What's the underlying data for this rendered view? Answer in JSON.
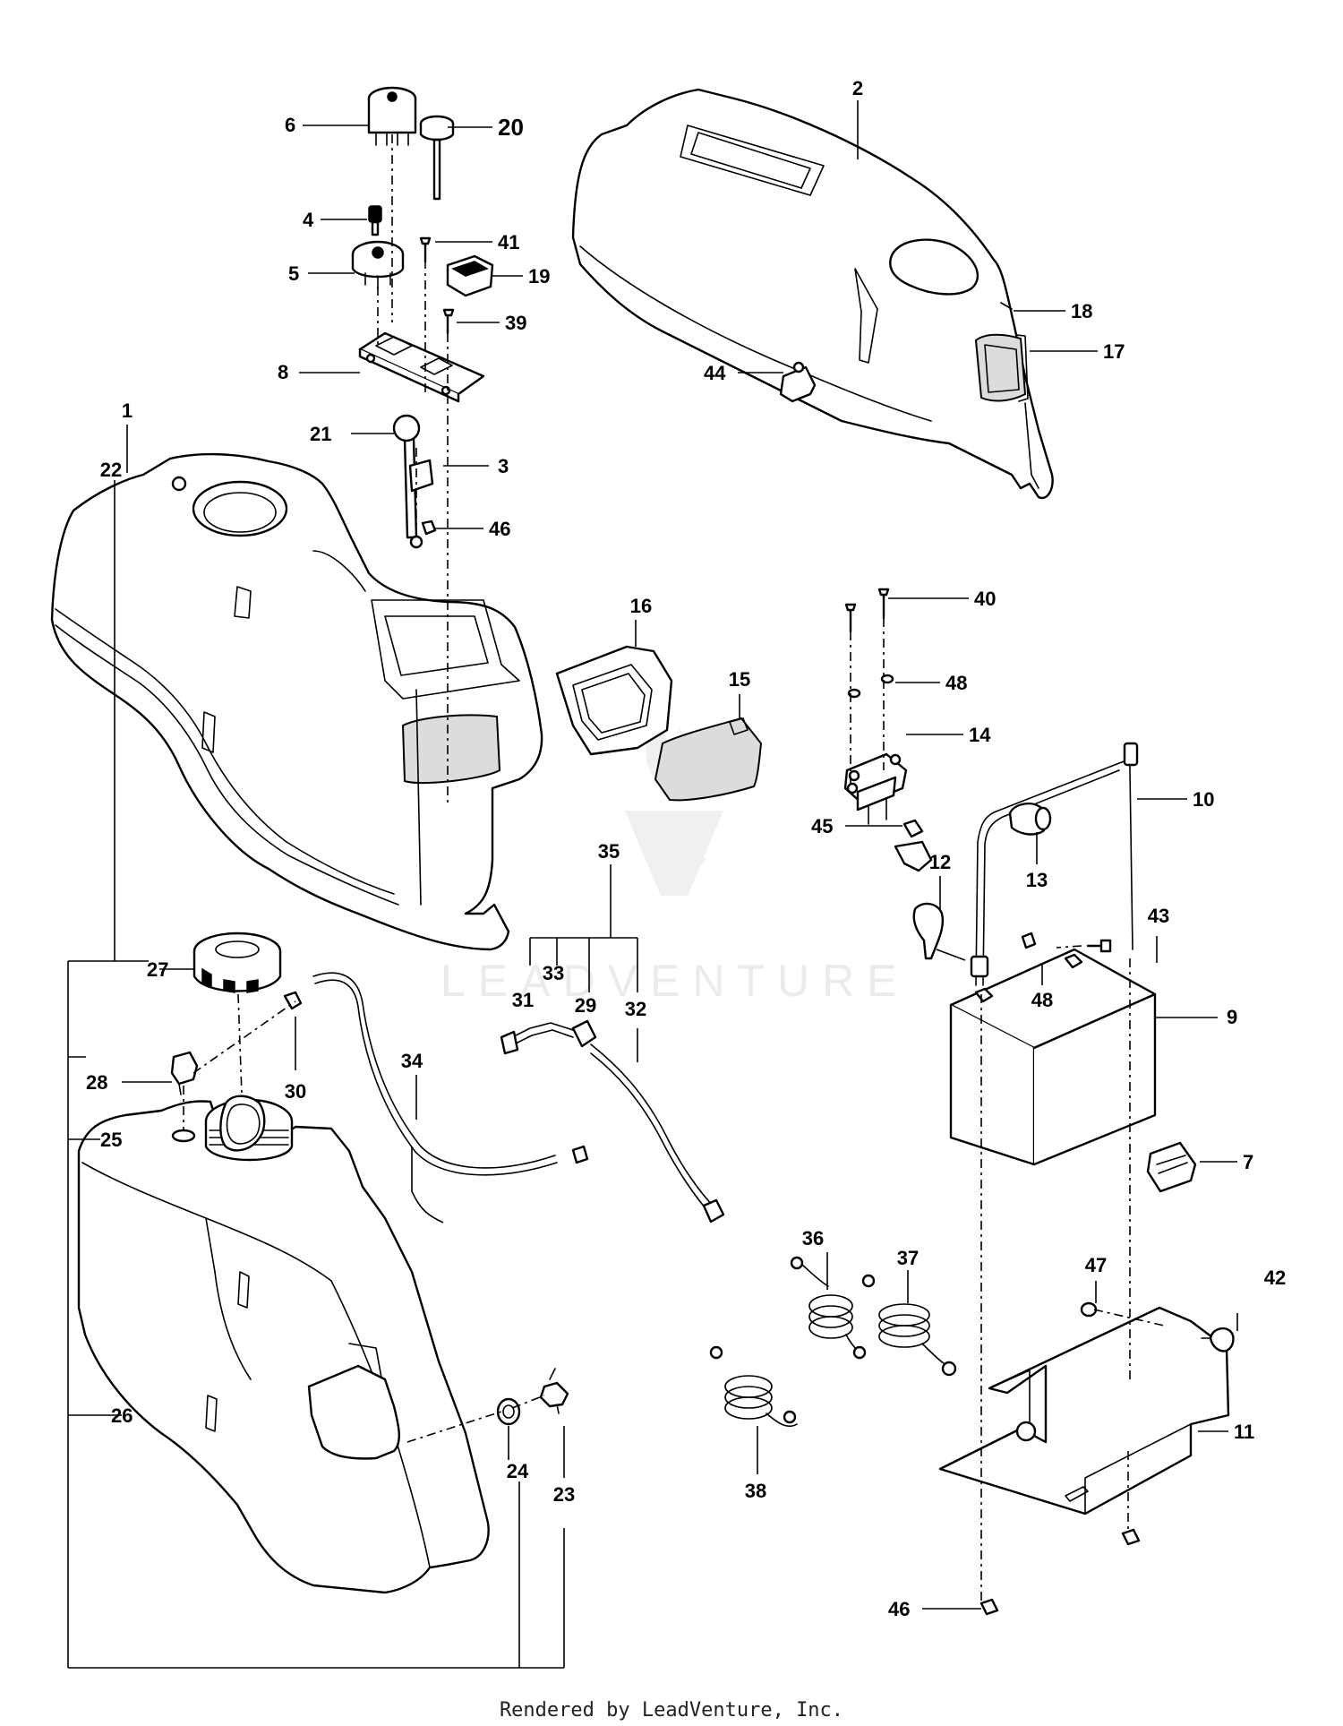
{
  "watermark": {
    "text": "LEADVENTURE",
    "logo_icon": "flame-v-logo-icon"
  },
  "footer": {
    "text": "Rendered by LeadVenture, Inc."
  },
  "callouts": {
    "c1": "1",
    "c2": "2",
    "c3": "3",
    "c4": "4",
    "c5": "5",
    "c6": "6",
    "c7": "7",
    "c8": "8",
    "c9": "9",
    "c10": "10",
    "c11": "11",
    "c12": "12",
    "c13": "13",
    "c14": "14",
    "c15": "15",
    "c16": "16",
    "c17": "17",
    "c18": "18",
    "c19": "19",
    "c20": "20",
    "c21": "21",
    "c22": "22",
    "c23": "23",
    "c24": "24",
    "c25": "25",
    "c26": "26",
    "c27": "27",
    "c28": "28",
    "c29": "29",
    "c30": "30",
    "c31": "31",
    "c32": "32",
    "c33": "33",
    "c34": "34",
    "c35": "35",
    "c36": "36",
    "c37": "37",
    "c38": "38",
    "c39": "39",
    "c40": "40",
    "c41": "41",
    "c42": "42",
    "c43": "43",
    "c44": "44",
    "c45": "45",
    "c46a": "46",
    "c46b": "46",
    "c47": "47",
    "c48a": "48",
    "c48b": "48"
  }
}
